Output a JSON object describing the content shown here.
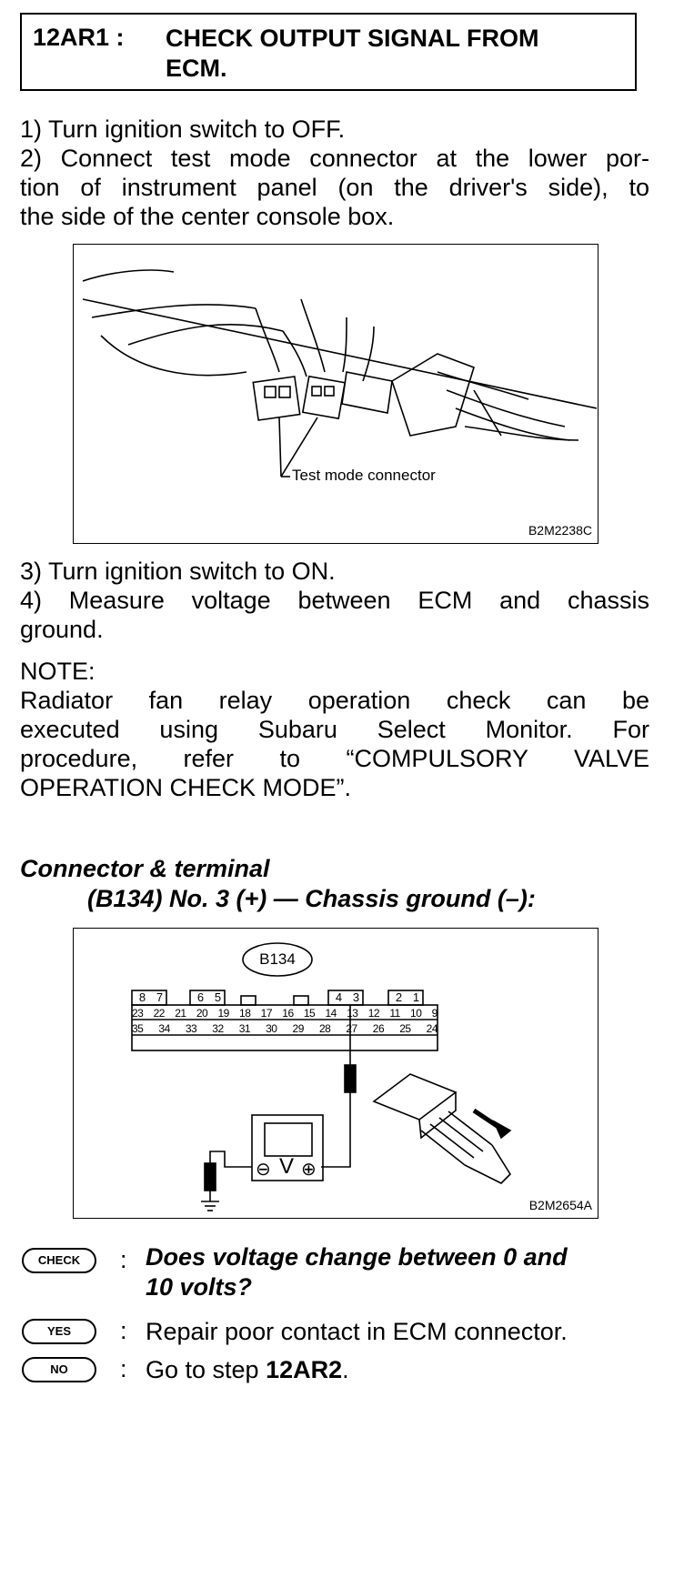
{
  "header": {
    "code": "12AR1 :",
    "title_line1": "CHECK OUTPUT SIGNAL FROM",
    "title_line2": "ECM."
  },
  "steps": {
    "s1": "1) Turn ignition switch to OFF.",
    "s2_l1": "2) Connect test mode connector at the lower por-",
    "s2_l2": "tion of instrument panel (on the driver's side), to",
    "s2_l3": "the side of the center console box.",
    "s3": "3) Turn ignition switch to ON.",
    "s4_l1": "4) Measure voltage between ECM and chassis",
    "s4_l2": "ground."
  },
  "figure1": {
    "label": "Test mode connector",
    "id": "B2M2238C"
  },
  "note": {
    "heading": "NOTE:",
    "l1": "Radiator fan relay operation check can be",
    "l2": "executed using Subaru Select Monitor. For",
    "l3": "procedure, refer to “COMPULSORY VALVE",
    "l4": "OPERATION CHECK MODE”."
  },
  "connector": {
    "heading": "Connector & terminal",
    "spec": "(B134) No. 3 (+) — Chassis ground (–):"
  },
  "figure2": {
    "connector_id": "B134",
    "row1": [
      "8",
      "7",
      "6",
      "5",
      "4",
      "3",
      "2",
      "1"
    ],
    "row2": [
      "23",
      "22",
      "21",
      "20",
      "19",
      "18",
      "17",
      "16",
      "15",
      "14",
      "13",
      "12",
      "11",
      "10",
      "9"
    ],
    "row3": [
      "35",
      "34",
      "33",
      "32",
      "31",
      "30",
      "29",
      "28",
      "27",
      "26",
      "25",
      "24"
    ],
    "meter_symbol": "V",
    "minus": "⊖",
    "plus": "⊕",
    "id": "B2M2654A"
  },
  "check": {
    "check_label": "CHECK",
    "question_l1": "Does voltage change between 0 and",
    "question_l2": "10 volts?",
    "yes_label": "YES",
    "yes_text": "Repair poor contact in ECM connector.",
    "no_label": "NO",
    "no_prefix": "Go to step ",
    "no_step": "12AR2",
    "no_suffix": ".",
    "colon": ":"
  }
}
